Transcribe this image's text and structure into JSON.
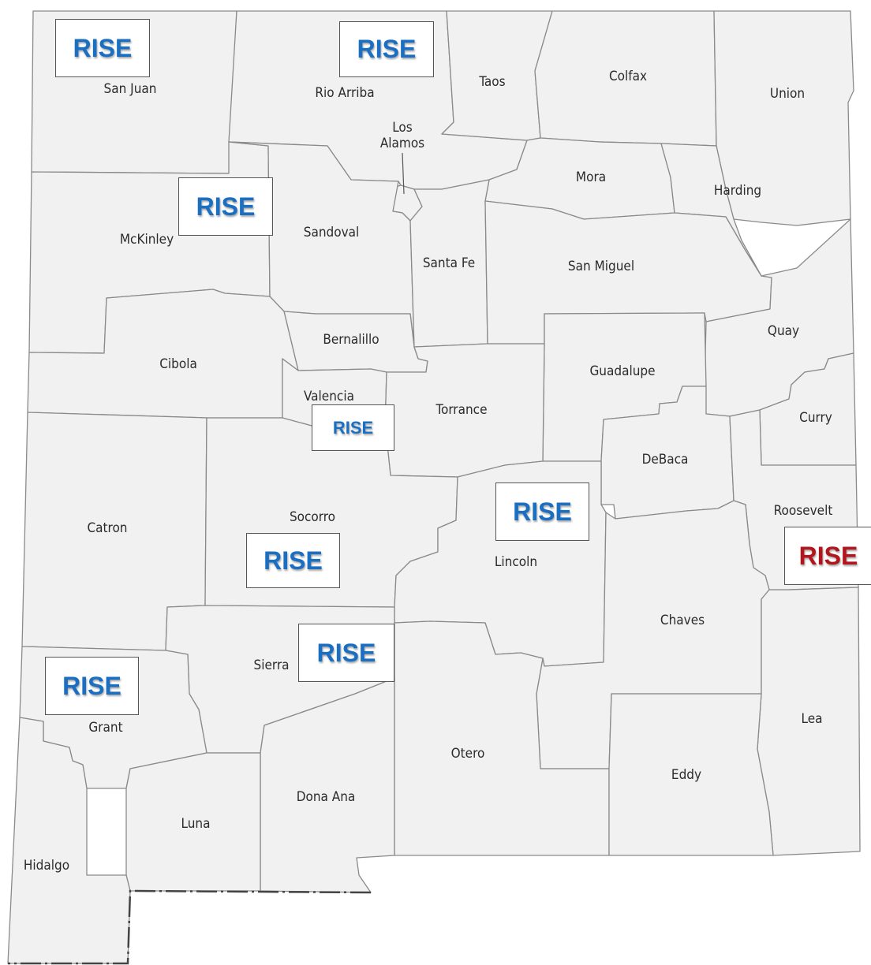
{
  "counties": [
    {
      "id": "san-juan",
      "label": "San Juan"
    },
    {
      "id": "rio-arriba",
      "label": "Rio Arriba"
    },
    {
      "id": "taos",
      "label": "Taos"
    },
    {
      "id": "colfax",
      "label": "Colfax"
    },
    {
      "id": "union",
      "label": "Union"
    },
    {
      "id": "los-alamos",
      "label": [
        "Los",
        "Alamos"
      ]
    },
    {
      "id": "mora",
      "label": "Mora"
    },
    {
      "id": "harding",
      "label": "Harding"
    },
    {
      "id": "mckinley",
      "label": "McKinley"
    },
    {
      "id": "sandoval",
      "label": "Sandoval"
    },
    {
      "id": "santa-fe",
      "label": "Santa Fe"
    },
    {
      "id": "san-miguel",
      "label": "San Miguel"
    },
    {
      "id": "quay",
      "label": "Quay"
    },
    {
      "id": "bernalillo",
      "label": "Bernalillo"
    },
    {
      "id": "cibola",
      "label": "Cibola"
    },
    {
      "id": "guadalupe",
      "label": "Guadalupe"
    },
    {
      "id": "valencia",
      "label": "Valencia"
    },
    {
      "id": "torrance",
      "label": "Torrance"
    },
    {
      "id": "curry",
      "label": "Curry"
    },
    {
      "id": "debaca",
      "label": "DeBaca"
    },
    {
      "id": "catron",
      "label": "Catron"
    },
    {
      "id": "socorro",
      "label": "Socorro"
    },
    {
      "id": "roosevelt",
      "label": "Roosevelt"
    },
    {
      "id": "lincoln",
      "label": "Lincoln"
    },
    {
      "id": "chaves",
      "label": "Chaves"
    },
    {
      "id": "sierra",
      "label": "Sierra"
    },
    {
      "id": "grant",
      "label": "Grant"
    },
    {
      "id": "lea",
      "label": "Lea"
    },
    {
      "id": "otero",
      "label": "Otero"
    },
    {
      "id": "eddy",
      "label": "Eddy"
    },
    {
      "id": "dona-ana",
      "label": "Dona Ana"
    },
    {
      "id": "luna",
      "label": "Luna"
    },
    {
      "id": "hidalgo",
      "label": "Hidalgo"
    }
  ],
  "rise_markers": [
    {
      "county": "san-juan",
      "text": "RISE",
      "color": "#1a6fc2"
    },
    {
      "county": "rio-arriba",
      "text": "RISE",
      "color": "#1a6fc2"
    },
    {
      "county": "mckinley",
      "text": "RISE",
      "color": "#1a6fc2"
    },
    {
      "county": "valencia",
      "text": "RISE",
      "color": "#1a6fc2"
    },
    {
      "county": "lincoln",
      "text": "RISE",
      "color": "#1a6fc2"
    },
    {
      "county": "socorro",
      "text": "RISE",
      "color": "#1a6fc2"
    },
    {
      "county": "roosevelt",
      "text": "RISE",
      "color": "#b2161d"
    },
    {
      "county": "sierra",
      "text": "RISE",
      "color": "#1a6fc2"
    },
    {
      "county": "grant",
      "text": "RISE",
      "color": "#1a6fc2"
    }
  ],
  "colors": {
    "rise_blue": "#1a6fc2",
    "rise_red": "#b2161d",
    "county_fill": "#f1f1f1",
    "county_border": "#8a8a8a"
  }
}
